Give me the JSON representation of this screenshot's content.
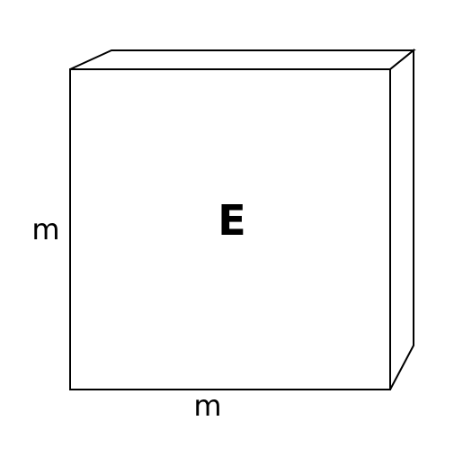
{
  "diagram": {
    "face_label": "E",
    "height_label": "m",
    "width_label": "m",
    "stroke_color": "#000000",
    "fill_color": "#ffffff"
  }
}
